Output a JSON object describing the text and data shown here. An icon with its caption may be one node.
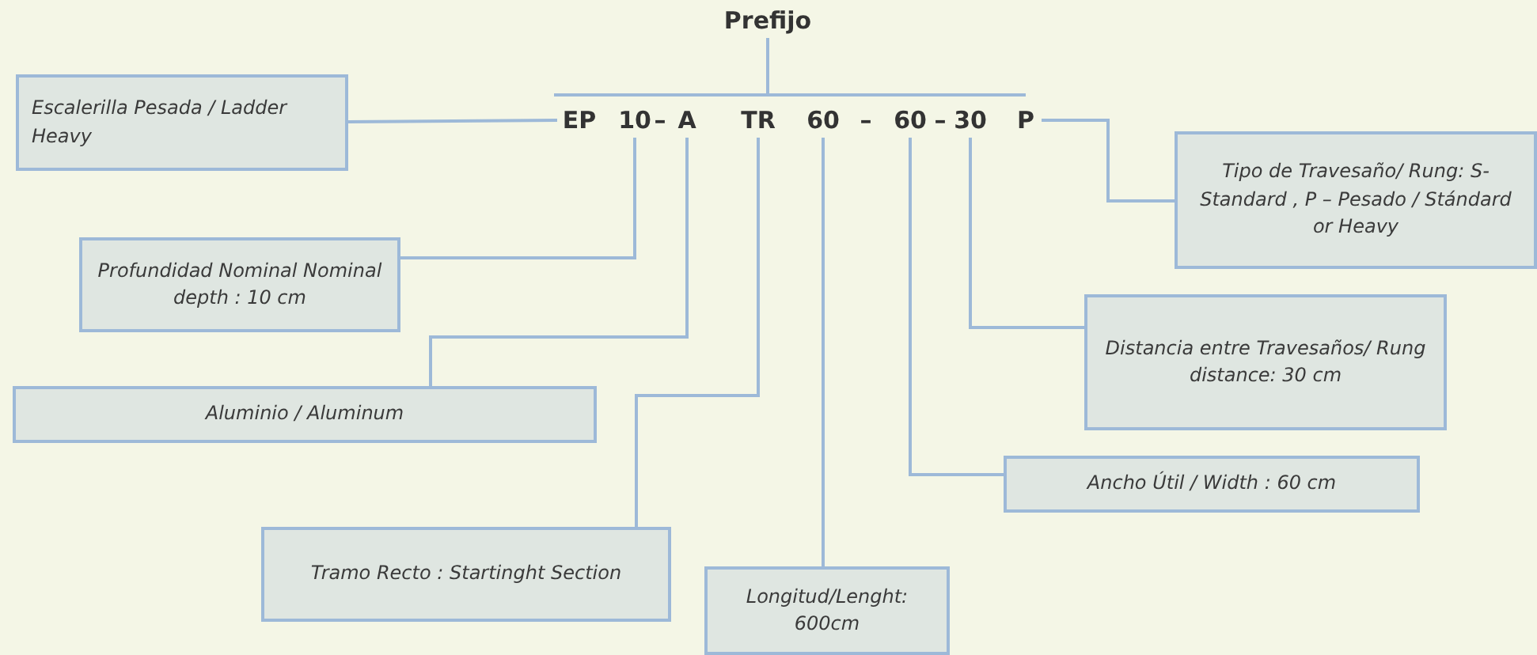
{
  "diagram": {
    "nodes": [
      {
        "text": [
          "Prefijo"
        ]
      },
      {
        "text": [
          "EP"
        ]
      },
      {
        "text": [
          "10"
        ]
      },
      {
        "text": [
          "A"
        ]
      },
      {
        "text": [
          "TR"
        ]
      },
      {
        "text": [
          "60"
        ]
      },
      {
        "text": [
          "60"
        ]
      },
      {
        "text": [
          "30"
        ]
      },
      {
        "text": [
          "P"
        ]
      },
      {
        "text": [
          "Escalerilla Pesada / Ladder Heavy"
        ]
      },
      {
        "text": [
          "Profundidad Nominal Nominal depth : 10 cm"
        ]
      },
      {
        "text": [
          "Aluminio / Aluminum"
        ]
      },
      {
        "text": [
          "Tramo Recto : Startinght Section"
        ]
      },
      {
        "text": [
          "Longitud/Lenght: 600cm"
        ]
      },
      {
        "text": [
          "Ancho Útil / Width : 60 cm"
        ]
      },
      {
        "text": [
          "Distancia entre Travesaños/ Rung distance: 30 cm"
        ]
      },
      {
        "text": [
          "Tipo de Travesaño/ Rung: S-Standard , P – Pesado / Stándard or Heavy"
        ]
      },
      {
        "text": [],
        "shape": "bar"
      }
    ],
    "edges": [
      {
        "from": 0,
        "to": 17,
        "arrow": "none"
      },
      {
        "from": 9,
        "to": 1,
        "arrow": "none"
      },
      {
        "from": 10,
        "to": 2,
        "arrow": "none"
      },
      {
        "from": 11,
        "to": 3,
        "arrow": "none"
      },
      {
        "from": 12,
        "to": 4,
        "arrow": "none"
      },
      {
        "from": 13,
        "to": 5,
        "arrow": "none"
      },
      {
        "from": 14,
        "to": 6,
        "arrow": "none"
      },
      {
        "from": 15,
        "to": 7,
        "arrow": "none"
      },
      {
        "from": 16,
        "to": 8,
        "arrow": "none"
      }
    ],
    "labels": [
      "–",
      "–",
      "–"
    ]
  }
}
